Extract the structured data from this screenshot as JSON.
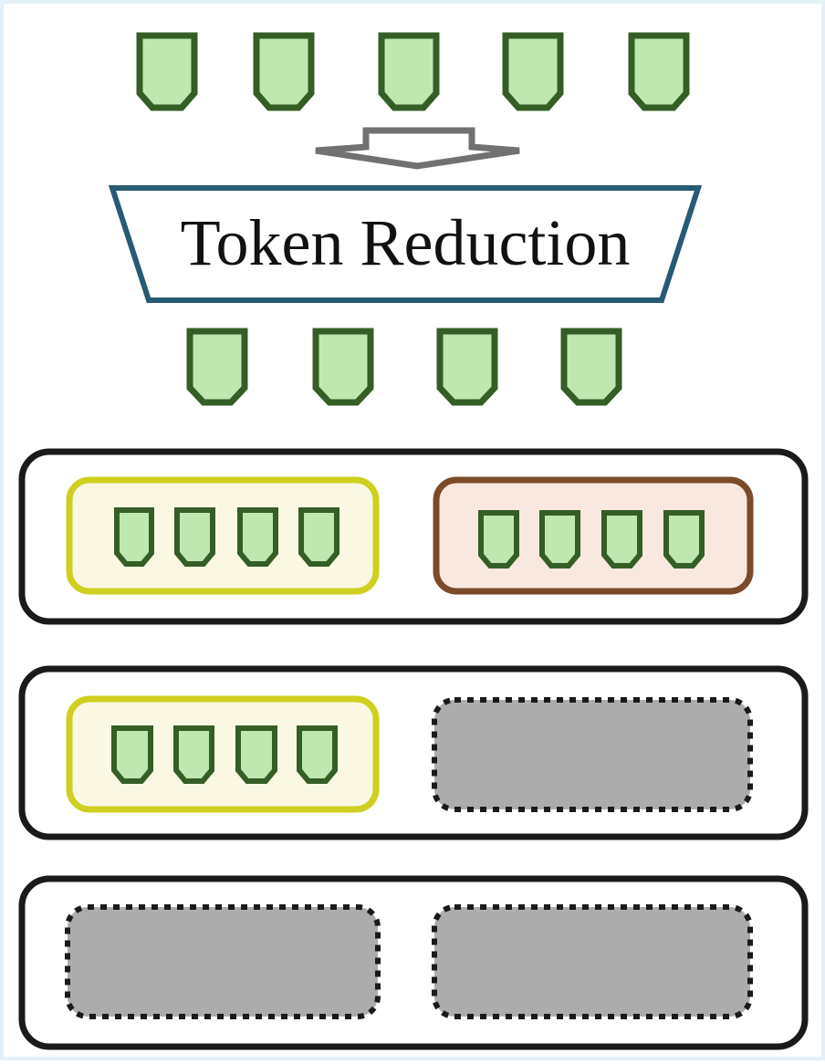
{
  "diagram": {
    "title": "Token Reduction",
    "input_token_count": 5,
    "output_token_count": 4,
    "rows": [
      {
        "left": {
          "type": "filled",
          "tokens": 4
        },
        "right": {
          "type": "filled",
          "tokens": 4
        }
      },
      {
        "left": {
          "type": "filled",
          "tokens": 4
        },
        "right": {
          "type": "placeholder",
          "tokens": 0
        }
      },
      {
        "left": {
          "type": "placeholder",
          "tokens": 0
        },
        "right": {
          "type": "placeholder",
          "tokens": 0
        }
      }
    ]
  },
  "colors": {
    "canvas_border": "#e2f0f8",
    "token_fill": "#bfe8b1",
    "token_stroke": "#345e25",
    "arrow": "#717171",
    "reduction_stroke": "#275a73",
    "row_stroke": "#1a1a1a",
    "yellow_box_fill": "#faf8e3",
    "yellow_box_stroke": "#cfcf1f",
    "orange_box_fill": "#f9e8df",
    "orange_box_stroke": "#7b4a29",
    "placeholder_fill": "#acacac",
    "placeholder_stroke": "#1a1a1a"
  }
}
